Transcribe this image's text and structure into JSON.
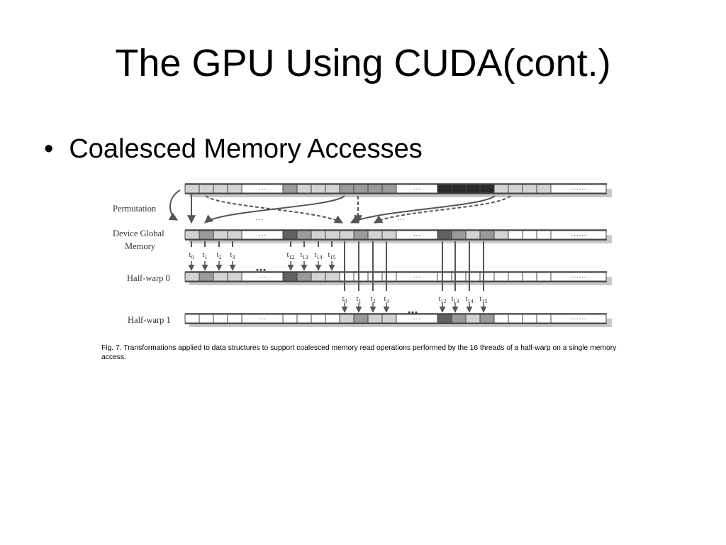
{
  "slide": {
    "title": "The GPU Using CUDA(cont.)",
    "bullet": "Coalesced Memory Accesses",
    "bullet_marker": "•"
  },
  "figure": {
    "labels": {
      "permutation": "Permutation",
      "device_global_line1": "Device Global",
      "device_global_line2": "Memory",
      "half_warp_0": "Half-warp 0",
      "half_warp_1": "Half-warp 1"
    },
    "ellipsis_short": "···",
    "ellipsis_long": "······",
    "thread_ellipsis": "...",
    "thread_labels": [
      "t0",
      "t1",
      "t2",
      "t3",
      "t12",
      "t13",
      "t14",
      "t15"
    ],
    "caption": "Fig. 7. Transformations applied to data structures to support coalesced memory read operations performed by the 16 threads of a half-warp on a single memory access.",
    "colors": {
      "light_cell": "#d3d3d3",
      "mid_cell": "#9a9a9a",
      "dark_cell": "#616161",
      "black_cell": "#2a2a2a",
      "white_cell": "#ffffff",
      "shadow": "#c8c8c8",
      "line": "#555555"
    }
  }
}
